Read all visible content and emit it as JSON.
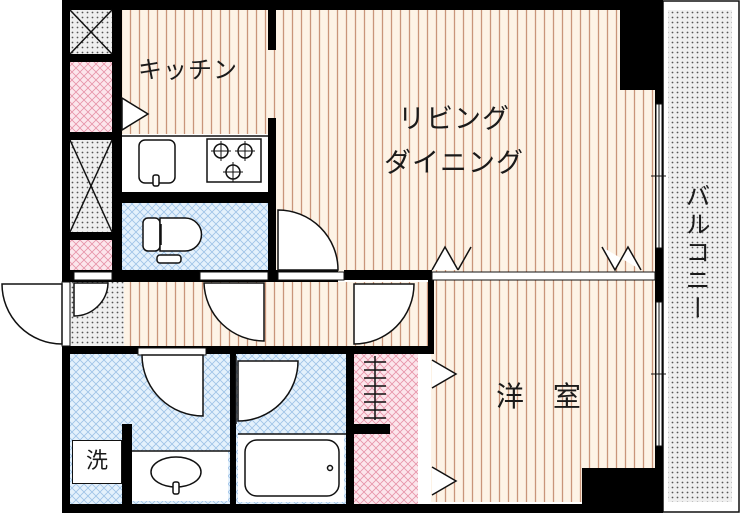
{
  "plan": {
    "type": "apartment floor plan (1LDK)",
    "rooms": {
      "kitchen": {
        "label": "キッチン"
      },
      "living_dining": {
        "label_line1": "リビング",
        "label_line2": "ダイニング"
      },
      "western_room": {
        "label": "洋 室"
      },
      "balcony": {
        "label": "バルコニー"
      },
      "washer": {
        "label": "洗"
      }
    },
    "fixtures": [
      "gas-stove-3-burner",
      "kitchen-sink",
      "toilet",
      "washbasin",
      "bathtub",
      "closet",
      "storage",
      "shoe-closet"
    ],
    "colors": {
      "wall": "#000000",
      "wood_floor_bg": "#fdf3e6",
      "wood_floor_stripe": "#c9957a",
      "tile_blue": "#dfeefb",
      "tile_blue_line": "#9ec2e6",
      "tile_pink": "#fbe3ea",
      "tile_pink_line": "#e693a8",
      "dot_floor_bg": "#ececec",
      "dot_color": "#555555"
    }
  }
}
